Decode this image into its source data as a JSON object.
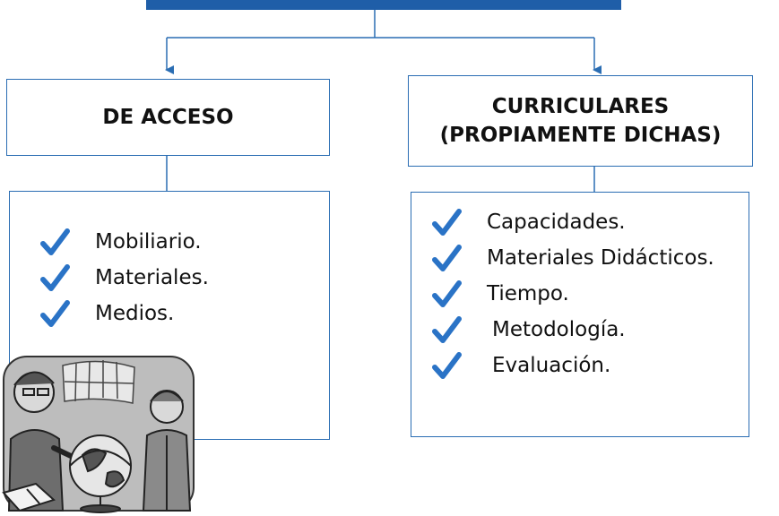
{
  "diagram": {
    "top_node": {
      "label": ""
    },
    "left": {
      "header": "DE ACCESO",
      "items": [
        "Mobiliario.",
        "Materiales.",
        "Medios."
      ]
    },
    "right": {
      "header_line1": "CURRICULARES",
      "header_line2": "(PROPIAMENTE DICHAS)",
      "items": [
        "Capacidades.",
        "Materiales Didácticos.",
        "Tiempo.",
        "Metodología.",
        "Evaluación."
      ]
    },
    "colors": {
      "accent": "#1f5ea8",
      "check": "#2a73c6"
    },
    "icons": {
      "check": "checkmark-icon",
      "illustration": "teacher-student-globe-illustration"
    }
  }
}
